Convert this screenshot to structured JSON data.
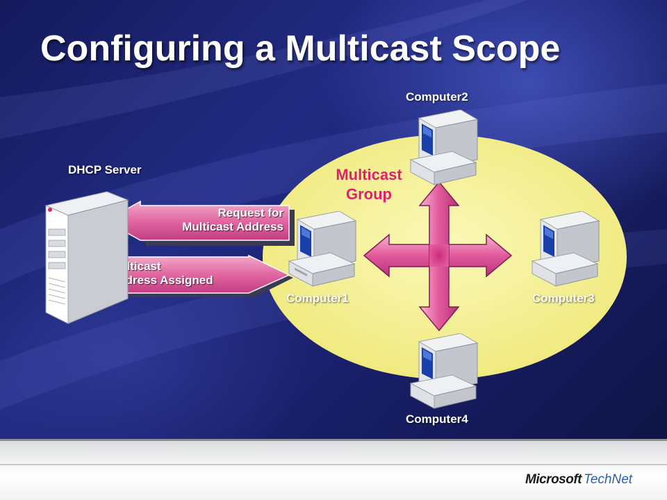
{
  "slide": {
    "title": "Configuring a Multicast Scope"
  },
  "nodes": {
    "dhcp_server": "DHCP Server",
    "computer1": "Computer1",
    "computer2": "Computer2",
    "computer3": "Computer3",
    "computer4": "Computer4"
  },
  "group": {
    "line1": "Multicast",
    "line2": "Group"
  },
  "arrows": {
    "request_line1": "Request for",
    "request_line2": "Multicast Address",
    "assigned_line1": "Multicast",
    "assigned_line2": "Address Assigned"
  },
  "footer": {
    "brand_company": "Microsoft",
    "brand_product": "TechNet"
  },
  "colors": {
    "arrow_pink": "#e0629e",
    "group_ellipse": "#f6f39a",
    "group_label": "#e0206f",
    "background": "#1e2576"
  }
}
